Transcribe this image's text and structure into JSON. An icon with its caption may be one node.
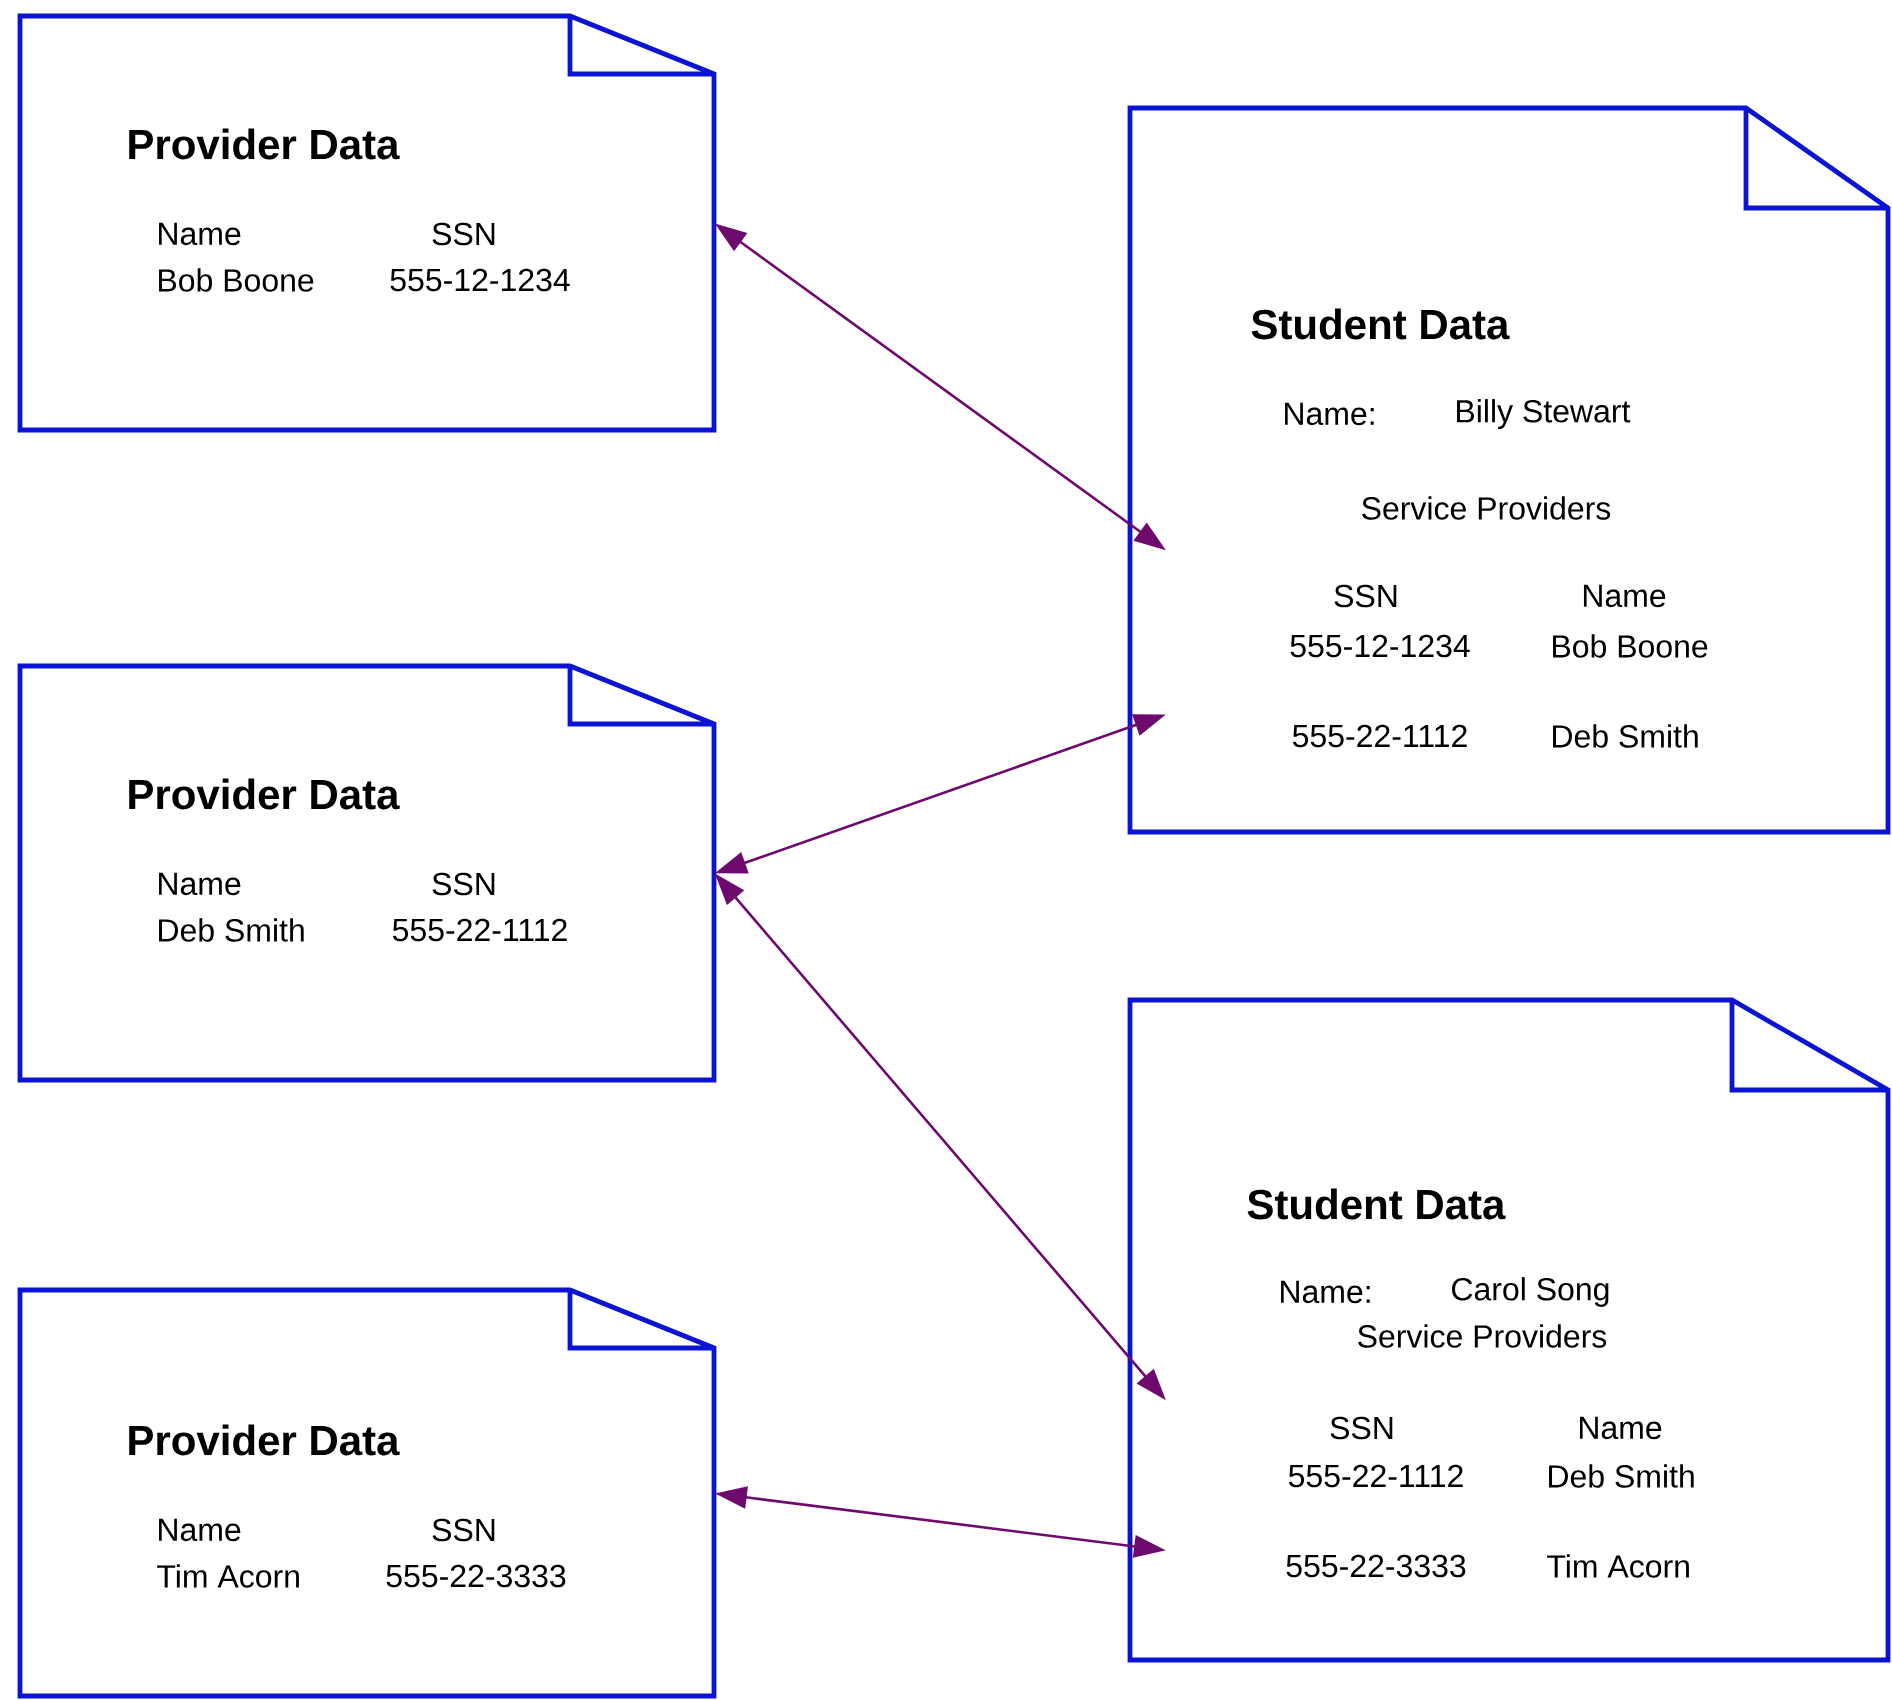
{
  "diagram": {
    "nodes": [
      {
        "text": [
          "Provider Data",
          "Name",
          "SSN",
          "Bob Boone",
          "555-12-1234"
        ]
      },
      {
        "text": [
          "Student  Data",
          "Name:",
          "Billy Stewart",
          "Service Providers",
          "SSN",
          "Name",
          "555-12-1234",
          "Bob Boone",
          "555-22-1112",
          "Deb  Smith"
        ]
      },
      {
        "text": [
          "Provider Data",
          "Name",
          "SSN",
          "Deb  Smith",
          "555-22-1112"
        ]
      },
      {
        "text": [
          "Student  Data",
          "Name:",
          "Carol Song",
          "Service Providers",
          "SSN",
          "Name",
          "555-22-1112",
          "Deb  Smith",
          "555-22-3333",
          "Tim Acorn"
        ]
      },
      {
        "text": [
          "Provider Data",
          "Name",
          "SSN",
          "Tim Acorn",
          "555-22-3333"
        ]
      }
    ],
    "edges": [
      {
        "from": 0,
        "to": 1,
        "arrow": "both"
      },
      {
        "from": 2,
        "to": 1,
        "arrow": "both"
      },
      {
        "from": 2,
        "to": 3,
        "arrow": "both"
      },
      {
        "from": 4,
        "to": 3,
        "arrow": "both"
      }
    ]
  }
}
